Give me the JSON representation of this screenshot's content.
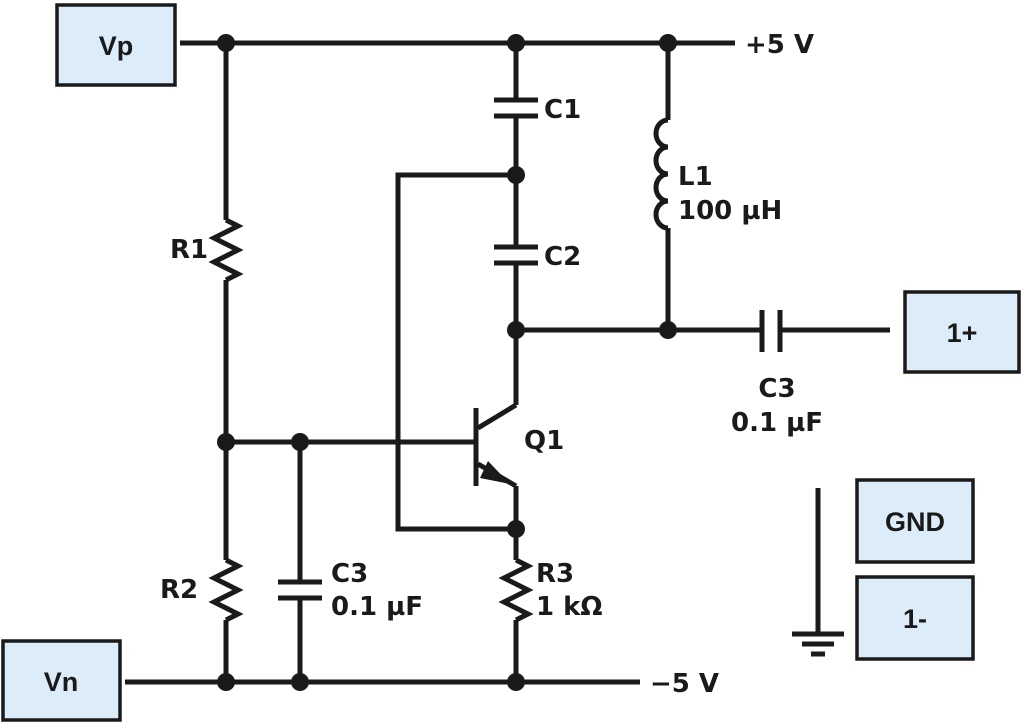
{
  "terminals": {
    "vp": "Vp",
    "vn": "Vn",
    "out_pos": "1+",
    "gnd": "GND",
    "out_neg": "1-"
  },
  "rails": {
    "positive": "+5 V",
    "negative": "−5 V"
  },
  "components": {
    "r1": "R1",
    "r2": "R2",
    "r3_name": "R3",
    "r3_value": "1 kΩ",
    "c1": "C1",
    "c2": "C2",
    "c3_bias_name": "C3",
    "c3_bias_value": "0.1 µF",
    "c3_out_name": "C3",
    "c3_out_value": "0.1 µF",
    "l1_name": "L1",
    "l1_value": "100 µH",
    "q1": "Q1"
  },
  "colors": {
    "terminal_fill": "#dcecf8",
    "line": "#1a1a1a"
  }
}
